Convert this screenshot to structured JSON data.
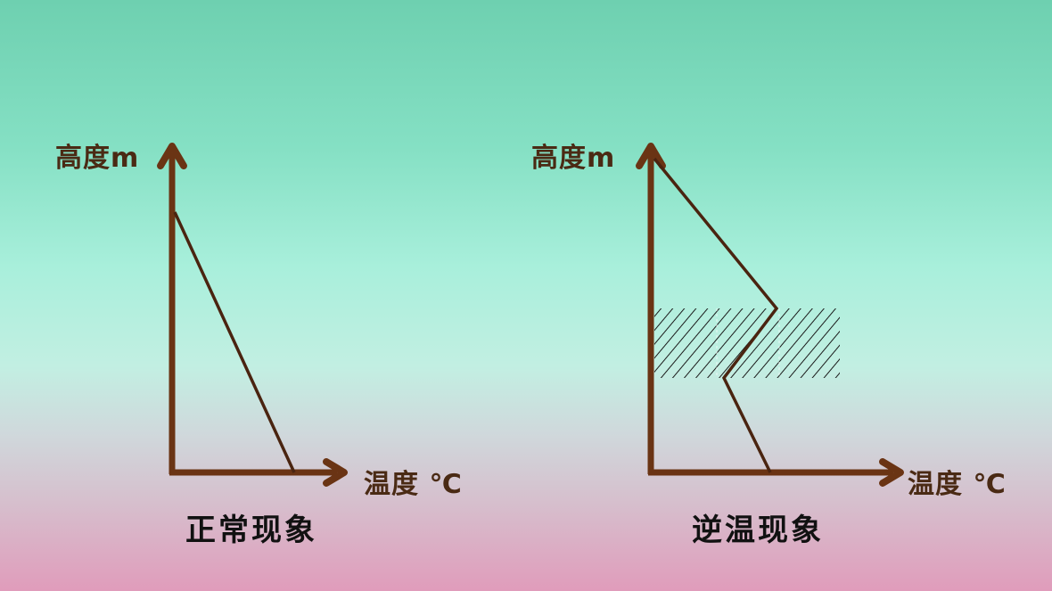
{
  "colors": {
    "axis": "#6a3414",
    "text": "#4a2a14",
    "caption": "#111111",
    "hatch": "#1a1a1a"
  },
  "chart_data": [
    {
      "type": "line",
      "title": "正常现象",
      "xlabel": "温度℃",
      "ylabel": "高度m",
      "description": "Temperature decreases linearly with height",
      "points": [
        {
          "temp": 0.72,
          "height": 0
        },
        {
          "temp": 0,
          "height": 0.8
        }
      ],
      "ticks": false,
      "grid": false
    },
    {
      "type": "line",
      "title": "逆温现象",
      "xlabel": "温度℃",
      "ylabel": "高度m",
      "description": "Temperature decreases with height, but increases within the hatched inversion layer",
      "points": [
        {
          "temp": 0.48,
          "height": 0
        },
        {
          "temp": 0.29,
          "height": 0.29
        },
        {
          "temp": 0.5,
          "height": 0.5
        },
        {
          "temp": 0,
          "height": 0.96
        }
      ],
      "inversion_layer": {
        "height_from": 0.29,
        "height_to": 0.5
      },
      "ticks": false,
      "grid": false
    }
  ],
  "left": {
    "ylabel": "高度m",
    "xlabel": "温度 ℃",
    "caption": "正常现象"
  },
  "right": {
    "ylabel": "高度m",
    "xlabel": "温度 ℃",
    "caption": "逆温现象"
  }
}
